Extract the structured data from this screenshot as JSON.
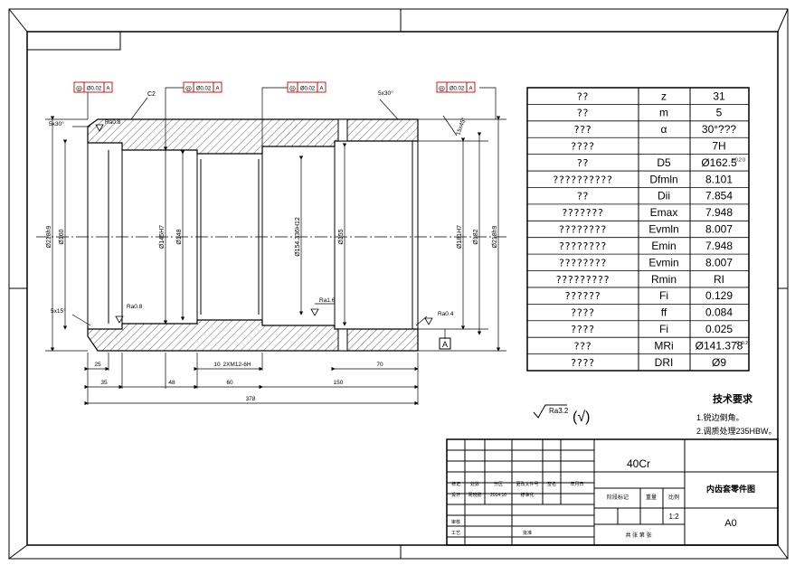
{
  "parameters_table": {
    "rows": [
      {
        "label": "??",
        "symbol": "z",
        "value": "31"
      },
      {
        "label": "??",
        "symbol": "m",
        "value": "5"
      },
      {
        "label": "???",
        "symbol": "α",
        "value": "30°???"
      },
      {
        "label": "????",
        "symbol": "",
        "value": "7H"
      },
      {
        "label": "??",
        "symbol": "D5",
        "value": "Ø162.5"
      },
      {
        "label": "??????????",
        "symbol": "Dfmln",
        "value": "8.101"
      },
      {
        "label": "??",
        "symbol": "Dii",
        "value": "7.854"
      },
      {
        "label": "???????",
        "symbol": "Emax",
        "value": "7.948"
      },
      {
        "label": "????????",
        "symbol": "Evmln",
        "value": "8.007"
      },
      {
        "label": "????????",
        "symbol": "Emin",
        "value": "7.948"
      },
      {
        "label": "????????",
        "symbol": "Evmin",
        "value": "8.007"
      },
      {
        "label": "?????????",
        "symbol": "Rmin",
        "value": "RI"
      },
      {
        "label": "??????",
        "symbol": "Fi",
        "value": "0.129"
      },
      {
        "label": "????",
        "symbol": "ff",
        "value": "0.084"
      },
      {
        "label": "????",
        "symbol": "Fi",
        "value": "0.025"
      },
      {
        "label": "???",
        "symbol": "MRi",
        "value": "Ø141.378"
      },
      {
        "label": "????",
        "symbol": "DRI",
        "value": "Ø9"
      }
    ],
    "d5_tolerance": "+0.2 0",
    "mri_tolerance": "0 -0.2"
  },
  "tech_requirements": {
    "title": "技术要求",
    "items": [
      "1.锐边倒角。",
      "2.调质处理235HBW。"
    ]
  },
  "surface_finish": {
    "general": "Ra3.2",
    "note": "(√)"
  },
  "title_block": {
    "material": "40Cr",
    "part_name": "内齿套零件图",
    "sheet_size": "A0",
    "scale": "1:2",
    "date": "2014.10",
    "labels": {
      "mark": "标记",
      "count": "处数",
      "zone": "分区",
      "change_doc": "更改文件号",
      "sign": "签名",
      "ymd": "年月日",
      "design": "设计",
      "standardize": "标准化",
      "review": "审核",
      "process": "工艺",
      "approve": "批准",
      "stage_mark": "阶段标记",
      "weight": "重量",
      "scale": "比例",
      "sheets": "共 张 第 张",
      "designer": "周晓鹏"
    }
  },
  "tolerance_frames": [
    {
      "sym": "◎",
      "tol": "Ø0.02",
      "datum": "A"
    },
    {
      "sym": "◎",
      "tol": "Ø0.02",
      "datum": "A"
    },
    {
      "sym": "◎",
      "tol": "Ø0.02",
      "datum": "A"
    },
    {
      "sym": "◎",
      "tol": "Ø0.02",
      "datum": "A"
    }
  ],
  "datum_label": "A",
  "dimensions": {
    "diameters": [
      "Ø218h9",
      "Ø160",
      "Ø145H7",
      "Ø148",
      "Ø154.336H12",
      "Ø155",
      "Ø181H7",
      "Ø182",
      "Ø218h9"
    ],
    "lengths": [
      "25",
      "35",
      "48",
      "10",
      "60",
      "2XM12-6H",
      "150",
      "70",
      "378"
    ],
    "chamfers": [
      "5x30°",
      "5x15°",
      "5x30°",
      "15x45°"
    ],
    "roughness": [
      "Ra0.8",
      "Ra0.8",
      "Ra1.6",
      "Ra0.4"
    ],
    "c_label": "C2"
  }
}
